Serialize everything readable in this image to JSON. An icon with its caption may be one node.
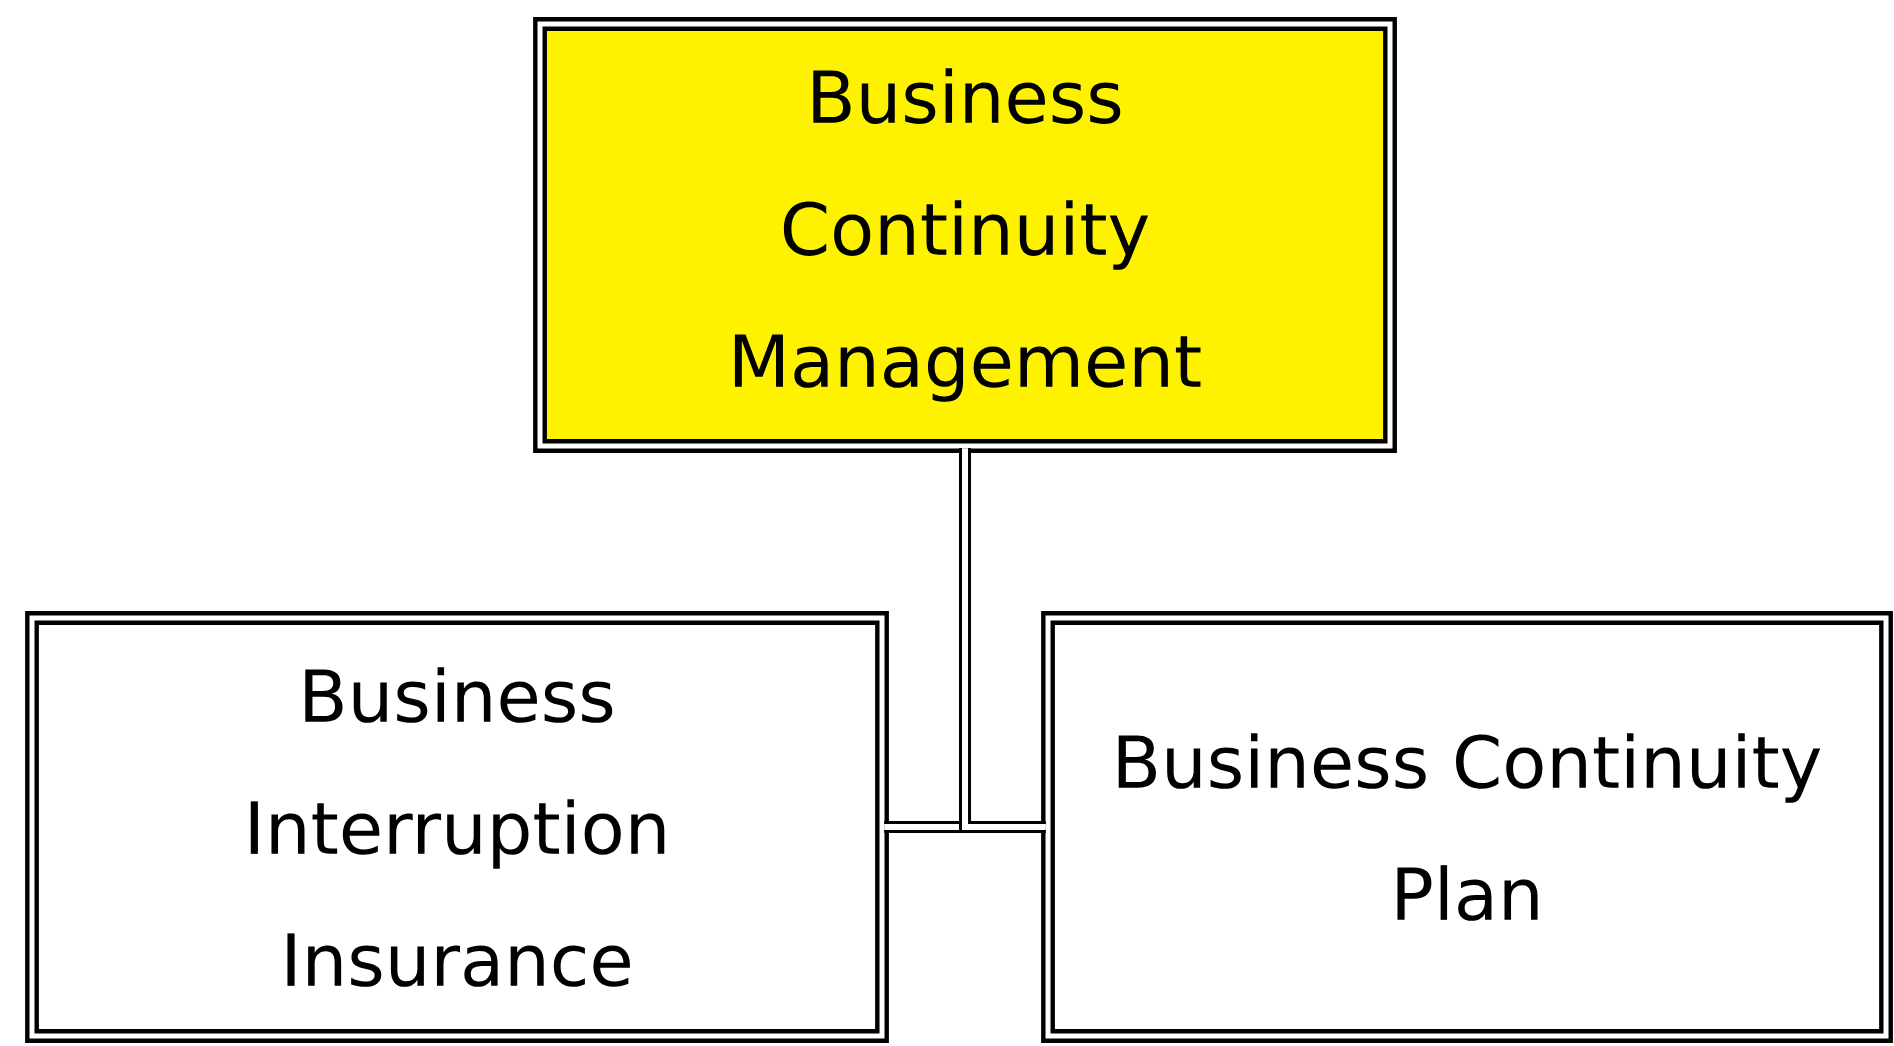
{
  "diagram": {
    "nodes": [
      {
        "text": [
          "Business Continuity Management"
        ]
      },
      {
        "text": [
          "Business Interruption Insurance"
        ]
      },
      {
        "text": [
          "Business Continuity Plan"
        ]
      }
    ],
    "edges": [
      {
        "from": 0,
        "to": 1,
        "arrow": "none"
      },
      {
        "from": 0,
        "to": 2,
        "arrow": "none"
      }
    ]
  }
}
